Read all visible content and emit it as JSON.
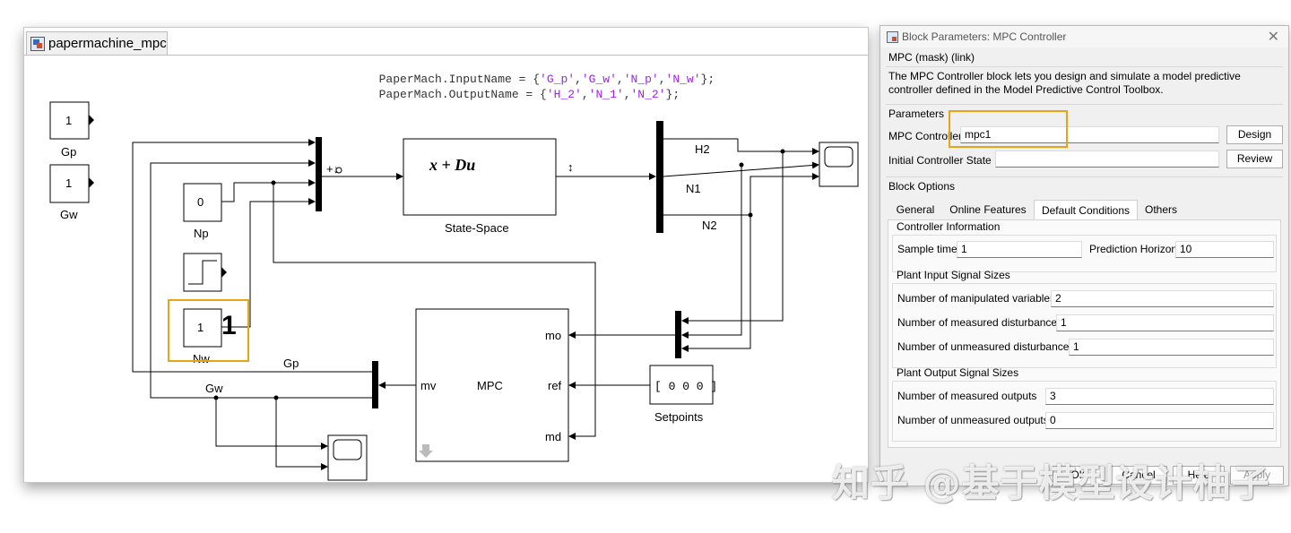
{
  "model": {
    "tab_title": "papermachine_mpc",
    "input_name_cmd": {
      "prefix": "PaperMach.InputName = {",
      "items": [
        "'G_p'",
        "'G_w'",
        "'N_p'",
        "'N_w'"
      ],
      "suffix": "};"
    },
    "output_name_cmd": {
      "prefix": "PaperMach.OutputName = {",
      "items": [
        "'H_2'",
        "'N_1'",
        "'N_2'"
      ],
      "suffix": "};"
    },
    "blocks": {
      "gp_value": "1",
      "gp_label": "Gp",
      "gw_value": "1",
      "gw_label": "Gw",
      "np_value": "0",
      "np_label": "Np",
      "nw_value": "1",
      "nw_label": "Nw",
      "state_space_expr": "x + Du",
      "state_space_label": "State-Space",
      "mpc_label": "MPC",
      "mpc_port_mv": "mv",
      "mpc_port_mo": "mo",
      "mpc_port_ref": "ref",
      "mpc_port_md": "md",
      "setpoints_value": "[ 0 0 0 ]",
      "setpoints_label": "Setpoints"
    },
    "signals": {
      "h2": "H2",
      "n1": "N1",
      "n2": "N2",
      "gp": "Gp",
      "gw": "Gw"
    },
    "annotation_marker": "1"
  },
  "dialog": {
    "title": "Block Parameters: MPC Controller",
    "subtitle": "MPC (mask) (link)",
    "description": "The MPC Controller block lets you design and simulate a model predictive controller defined in the Model Predictive Control Toolbox.",
    "parameters_heading": "Parameters",
    "mpc_controller_label": "MPC Controller",
    "mpc_controller_value": "mpc1",
    "design_button": "Design",
    "initial_state_label": "Initial Controller State",
    "initial_state_value": "",
    "review_button": "Review",
    "block_options_heading": "Block Options",
    "tabs": [
      "General",
      "Online Features",
      "Default Conditions",
      "Others"
    ],
    "active_tab": "Default Conditions",
    "controller_info_heading": "Controller Information",
    "sample_time_label": "Sample time",
    "sample_time_value": "1",
    "prediction_horizon_label": "Prediction Horizon",
    "prediction_horizon_value": "10",
    "plant_input_heading": "Plant Input Signal Sizes",
    "manipulated_label": "Number of manipulated variables",
    "manipulated_value": "2",
    "measured_dist_label": "Number of measured disturbances",
    "measured_dist_value": "1",
    "unmeasured_dist_label": "Number of unmeasured disturbances",
    "unmeasured_dist_value": "1",
    "plant_output_heading": "Plant Output Signal Sizes",
    "measured_outputs_label": "Number of measured outputs",
    "measured_outputs_value": "3",
    "unmeasured_outputs_label": "Number of unmeasured outputs",
    "unmeasured_outputs_value": "0",
    "ok_button": "OK",
    "cancel_button": "Cancel",
    "help_button": "Help",
    "apply_button": "Apply"
  },
  "watermark": "知乎 @基于模型设计柚子",
  "colors": {
    "highlight": "#e8a417",
    "string_literal": "#a020f0"
  }
}
